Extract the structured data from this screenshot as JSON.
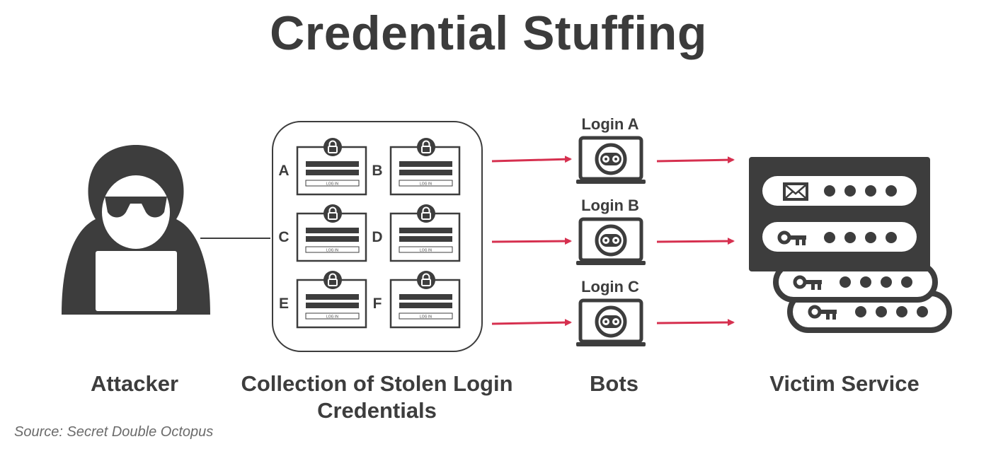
{
  "title": "Credential Stuffing",
  "captions": {
    "attacker": "Attacker",
    "collection": "Collection of Stolen Login Credentials",
    "bots": "Bots",
    "victim": "Victim Service"
  },
  "source": "Source: Secret Double Octopus",
  "credential_cards": [
    "A",
    "B",
    "C",
    "D",
    "E",
    "F"
  ],
  "card_button_label": "LOG IN",
  "bots": [
    "Login A",
    "Login B",
    "Login C"
  ],
  "colors": {
    "arrow": "#d6304f",
    "dark": "#3d3d3d"
  }
}
